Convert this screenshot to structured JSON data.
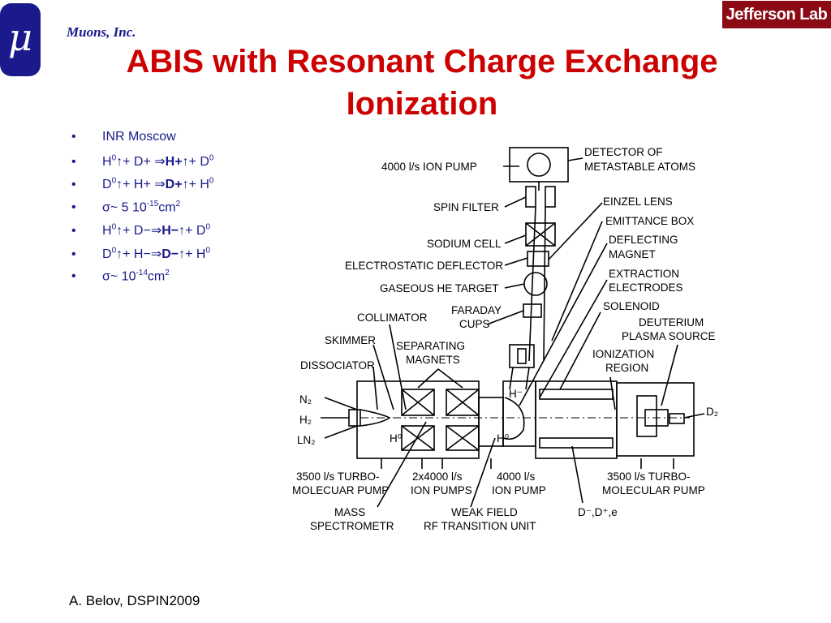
{
  "header": {
    "company": "Muons, Inc.",
    "logo_glyph": "μ",
    "lab_logo_text": "Jefferson Lab",
    "lab_logo_color": "#8b0a14",
    "brand_color": "#1a1a8c"
  },
  "slide": {
    "title_line1": "ABIS with Resonant Charge Exchange",
    "title_line2": "Ionization",
    "title_color": "#cc0000",
    "bullet_marker": "•",
    "bullets": [
      {
        "pre": "INR Moscow"
      },
      {
        "pre": "H",
        "sup1": "0",
        "mid1": "↑+ D+ ⇒",
        "bold": "H+",
        "mid2": "↑+ D",
        "sup2": "0"
      },
      {
        "pre": "D",
        "sup1": "0",
        "mid1": "↑+ H+ ⇒",
        "bold": "D+",
        "mid2": "↑+ H",
        "sup2": "0"
      },
      {
        "pre": "σ~ 5 10",
        "sup1": "-15",
        "mid1": "cm",
        "sup2": "2"
      },
      {
        "pre": "H",
        "sup1": "0",
        "mid1": "↑+ D−⇒",
        "bold": "H−",
        "mid2": "↑+ D",
        "sup2": "0"
      },
      {
        "pre": "D",
        "sup1": "0",
        "mid1": "↑+ H−⇒",
        "bold": "D−",
        "mid2": "↑+ H",
        "sup2": "0"
      },
      {
        "pre": "σ~ 10",
        "sup1": "-14",
        "mid1": "cm",
        "sup2": "2"
      }
    ],
    "footer": "A. Belov, DSPIN2009"
  },
  "diagram": {
    "labels": {
      "ion_pump_top": "4000 l/s ION PUMP",
      "detector_1": "DETECTOR OF",
      "detector_2": "METASTABLE ATOMS",
      "spin_filter": "SPIN FILTER",
      "einzel_lens": "EINZEL LENS",
      "emittance_box": "EMITTANCE BOX",
      "sodium_cell": "SODIUM CELL",
      "deflecting_1": "DEFLECTING",
      "deflecting_2": "MAGNET",
      "electrostatic_deflector": "ELECTROSTATIC DEFLECTOR",
      "extraction_1": "EXTRACTION",
      "extraction_2": "ELECTRODES",
      "gaseous_he": "GASEOUS HE TARGET",
      "solenoid": "SOLENOID",
      "collimator": "COLLIMATOR",
      "faraday_1": "FARADAY",
      "faraday_2": "CUPS",
      "deuterium_1": "DEUTERIUM",
      "deuterium_2": "PLASMA SOURCE",
      "skimmer": "SKIMMER",
      "separating_1": "SEPARATING",
      "separating_2": "MAGNETS",
      "ionization_1": "IONIZATION",
      "ionization_2": "REGION",
      "dissociator": "DISSOCIATOR",
      "h_minus": "H⁻",
      "n2": "N₂",
      "h2": "H₂",
      "ln2": "LN₂",
      "d2": "D₂",
      "h0_left": "H⁰",
      "h0_right": "H⁰",
      "turbo_left_1": "3500 l/s TURBO-",
      "turbo_left_2": "MOLECUAR PUMP",
      "ion_pumps_1": "2x4000 l/s",
      "ion_pumps_2": "ION PUMPS",
      "ion_pump_bottom_1": "4000 l/s",
      "ion_pump_bottom_2": "ION PUMP",
      "turbo_right_1": "3500 l/s TURBO-",
      "turbo_right_2": "MOLECULAR PUMP",
      "mass_1": "MASS",
      "mass_2": "SPECTROMETR",
      "weak_field_1": "WEAK FIELD",
      "weak_field_2": "RF TRANSITION UNIT",
      "d_ions": "D⁻,D⁺,e"
    }
  }
}
